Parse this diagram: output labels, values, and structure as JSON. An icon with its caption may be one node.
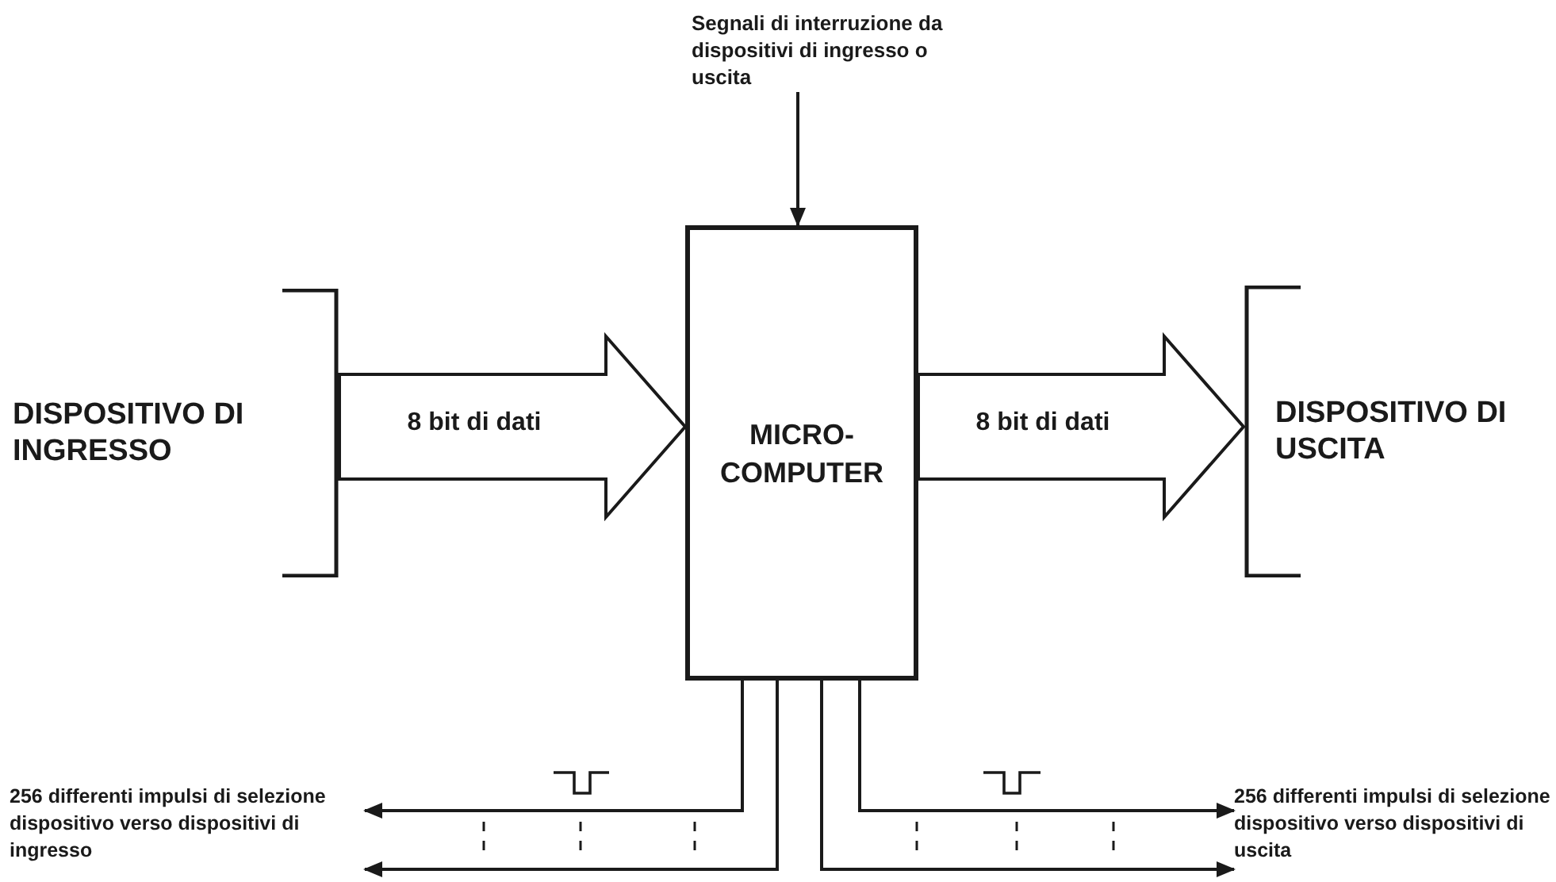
{
  "diagram": {
    "nodes": [
      {
        "text": [
          "Segnali di interruzione da dispositivi di ingresso o uscita"
        ]
      },
      {
        "text": [
          "DISPOSITIVO DI INGRESSO"
        ]
      },
      {
        "text": [
          "MICRO-COMPUTER"
        ]
      },
      {
        "text": [
          "DISPOSITIVO DI USCITA"
        ]
      },
      {
        "text": [
          "256 differenti impulsi di selezione dispositivo verso dispositivi di ingresso"
        ]
      },
      {
        "text": [
          "256 differenti impulsi di selezione dispositivo verso dispositivi di uscita"
        ]
      }
    ],
    "edges": [
      {
        "from": 0,
        "to": 2,
        "arrow": "to"
      },
      {
        "from": 1,
        "to": 2,
        "arrow": "to",
        "label": "8 bit di dati",
        "style": "thick"
      },
      {
        "from": 2,
        "to": 3,
        "arrow": "to",
        "label": "8 bit di dati",
        "style": "thick"
      },
      {
        "from": 2,
        "to": 4,
        "arrow": "to"
      },
      {
        "from": 2,
        "to": 4,
        "arrow": "to"
      },
      {
        "from": 2,
        "to": 5,
        "arrow": "to"
      },
      {
        "from": 2,
        "to": 5,
        "arrow": "to"
      }
    ]
  }
}
